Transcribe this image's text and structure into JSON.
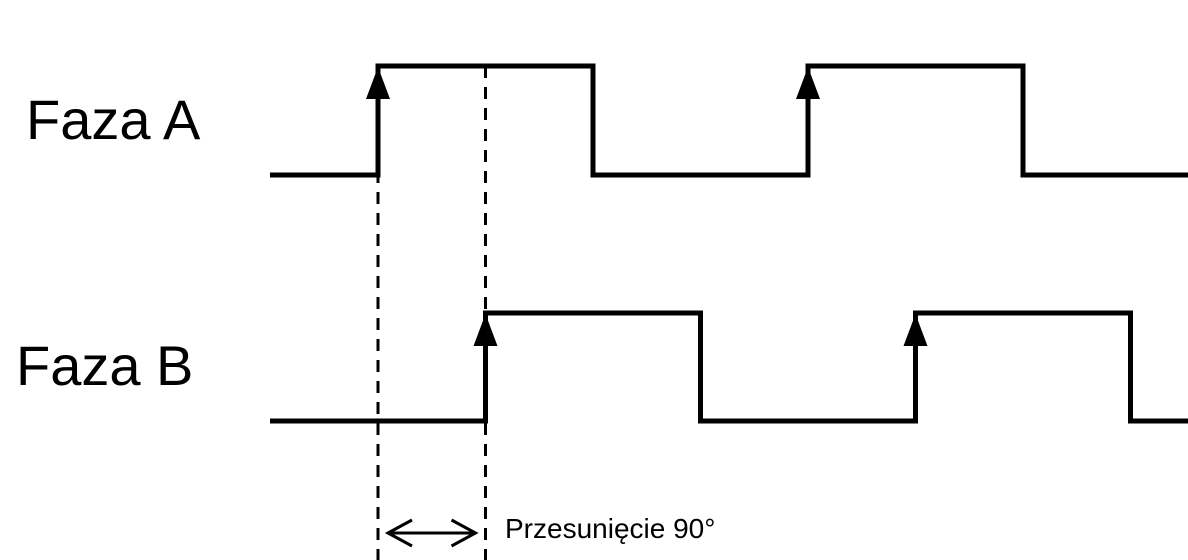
{
  "signals": [
    {
      "id": "a",
      "label": "Faza A",
      "edges": [
        {
          "type": "rise",
          "t": 0
        },
        {
          "type": "fall",
          "t": 2
        },
        {
          "type": "rise",
          "t": 4
        },
        {
          "type": "fall",
          "t": 6
        }
      ]
    },
    {
      "id": "b",
      "label": "Faza B",
      "edges": [
        {
          "type": "rise",
          "t": 1
        },
        {
          "type": "fall",
          "t": 3
        },
        {
          "type": "rise",
          "t": 5
        },
        {
          "type": "fall",
          "t": 7
        }
      ]
    }
  ],
  "phase_shift": {
    "label": "Przesunięcie 90°",
    "from_t": 0,
    "to_t": 1
  },
  "colors": {
    "line": "#000000",
    "background": "#ffffff"
  }
}
